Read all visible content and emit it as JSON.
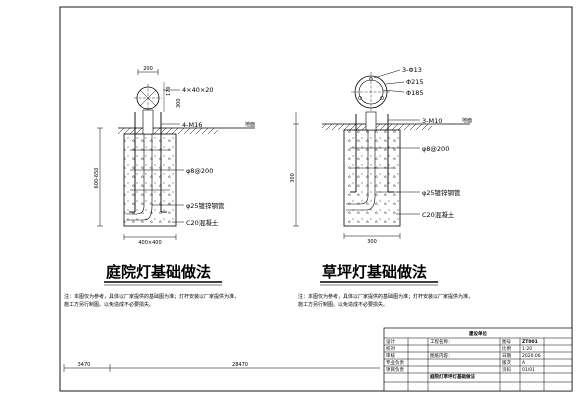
{
  "left": {
    "title": "庭院灯基础做法",
    "labels": {
      "bolt_plate": "4×40×20",
      "anchor_bolt": "4-M16",
      "ground": "地面",
      "stirrup": "φ8@200",
      "conduit": "φ25镀锌钢管",
      "concrete": "C20混凝土"
    },
    "dims": {
      "top_width": "200",
      "plate_small": "170",
      "plate_height": "300",
      "height": "600-650",
      "bottom_width": "400×400"
    },
    "note_lines": [
      "注：本图仅为参考，具体以厂家提供的基础图为准；灯杆安装以厂家提供为准，",
      "施工方另行制图。以免造成不必要损失。"
    ]
  },
  "right": {
    "title": "草坪灯基础做法",
    "labels": {
      "holes": "3-Φ13",
      "ring_outer": "Φ215",
      "ring_inner": "Φ185",
      "anchor_bolt": "3-M10",
      "ground": "地面",
      "stirrup": "φ8@200",
      "conduit": "φ25镀锌钢管",
      "concrete": "C20混凝土"
    },
    "dims": {
      "height": "300",
      "bottom_width": "300"
    },
    "note_lines": [
      "注：本图仅为参考，具体以厂家提供的基础图为准；灯杆安装以厂家提供为准，",
      "施工方另行制图。以免造成不必要损失。"
    ]
  },
  "title_block": {
    "company": "建设单位",
    "project": "工程名称：",
    "drawing_no_label": "图号",
    "drawing_no": "ZT001",
    "drawing_name_label": "图纸内容：",
    "drawing_name": "庭院灯草坪灯基础做法",
    "rows": [
      {
        "label": "设计",
        "value": ""
      },
      {
        "label": "校对",
        "value": ""
      },
      {
        "label": "审核",
        "value": ""
      },
      {
        "label": "专业负责",
        "value": ""
      },
      {
        "label": "项目负责",
        "value": ""
      }
    ],
    "right_cells": [
      {
        "label": "比例",
        "value": "1:20"
      },
      {
        "label": "日期",
        "value": "2020.06"
      },
      {
        "label": "版次",
        "value": "A"
      },
      {
        "label": "页码",
        "value": "01/01"
      }
    ]
  },
  "bottom_dims": {
    "left": "3470",
    "mid": "28470"
  }
}
